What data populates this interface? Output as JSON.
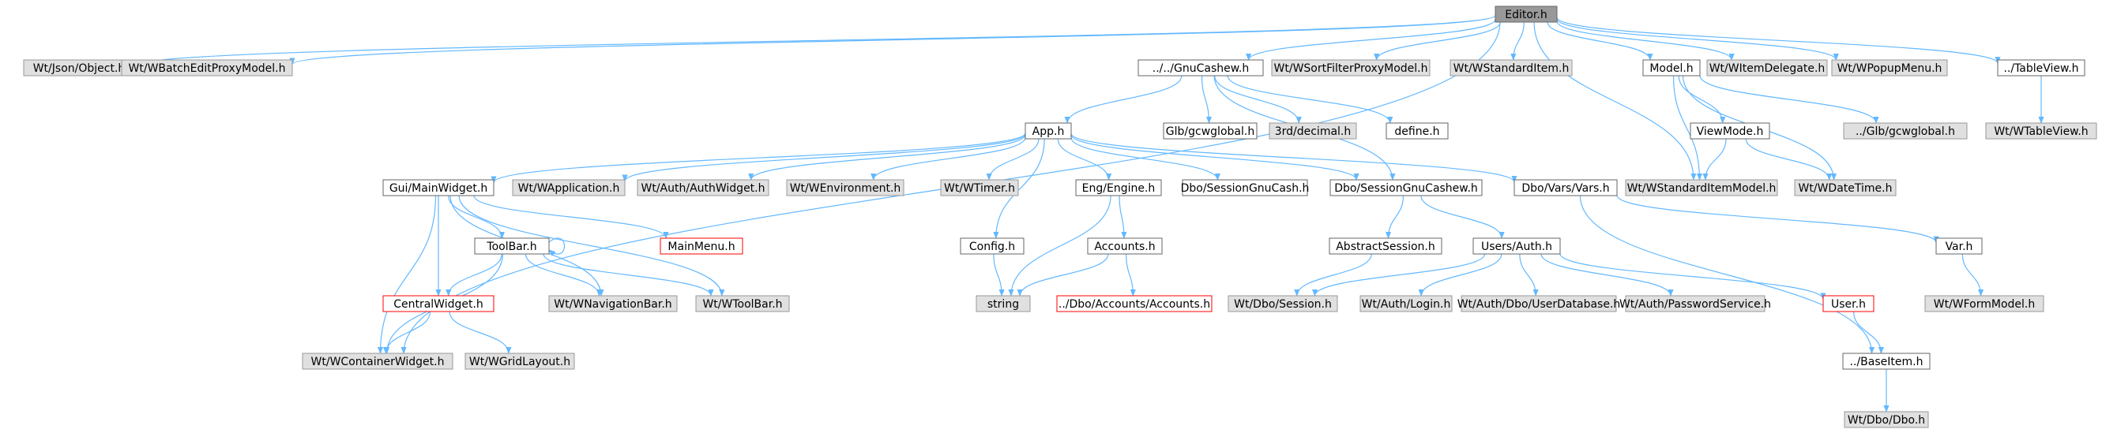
{
  "diagram": {
    "colors": {
      "edge": "#63b8ff",
      "node_border": "#666666",
      "node_fill": "#ffffff",
      "external_fill": "#e0e0e0",
      "external_border": "#999999",
      "root_fill": "#999999",
      "root_border": "#666666",
      "incomplete_border": "#ff0000",
      "text": "#000000"
    },
    "nodes": [
      {
        "id": "editor",
        "label": "Editor.h",
        "kind": "root"
      },
      {
        "id": "json",
        "label": "Wt/Json/Object.h",
        "kind": "external"
      },
      {
        "id": "batch",
        "label": "Wt/WBatchEditProxyModel.h",
        "kind": "external"
      },
      {
        "id": "gnu",
        "label": "../../GnuCashew.h",
        "kind": "normal"
      },
      {
        "id": "sortfilter",
        "label": "Wt/WSortFilterProxyModel.h",
        "kind": "external"
      },
      {
        "id": "stditem",
        "label": "Wt/WStandardItem.h",
        "kind": "external"
      },
      {
        "id": "model",
        "label": "Model.h",
        "kind": "normal"
      },
      {
        "id": "itemdel",
        "label": "Wt/WItemDelegate.h",
        "kind": "external"
      },
      {
        "id": "popup",
        "label": "Wt/WPopupMenu.h",
        "kind": "external"
      },
      {
        "id": "tableview",
        "label": "../TableView.h",
        "kind": "normal"
      },
      {
        "id": "wtableview",
        "label": "Wt/WTableView.h",
        "kind": "external"
      },
      {
        "id": "app",
        "label": "App.h",
        "kind": "normal"
      },
      {
        "id": "gcwglobal",
        "label": "Glb/gcwglobal.h",
        "kind": "normal"
      },
      {
        "id": "decimal",
        "label": "3rd/decimal.h",
        "kind": "external"
      },
      {
        "id": "define",
        "label": "define.h",
        "kind": "normal"
      },
      {
        "id": "viewmode",
        "label": "ViewMode.h",
        "kind": "normal"
      },
      {
        "id": "glbgcw2",
        "label": "../Glb/gcwglobal.h",
        "kind": "external"
      },
      {
        "id": "stditemmodel",
        "label": "Wt/WStandardItemModel.h",
        "kind": "external"
      },
      {
        "id": "datetime",
        "label": "Wt/WDateTime.h",
        "kind": "external"
      },
      {
        "id": "mainwidget",
        "label": "Gui/MainWidget.h",
        "kind": "normal"
      },
      {
        "id": "wapp",
        "label": "Wt/WApplication.h",
        "kind": "external"
      },
      {
        "id": "authwidget",
        "label": "Wt/Auth/AuthWidget.h",
        "kind": "external"
      },
      {
        "id": "wenv",
        "label": "Wt/WEnvironment.h",
        "kind": "external"
      },
      {
        "id": "wtimer",
        "label": "Wt/WTimer.h",
        "kind": "external"
      },
      {
        "id": "engine",
        "label": "Eng/Engine.h",
        "kind": "normal"
      },
      {
        "id": "sessgnucash",
        "label": "Dbo/SessionGnuCash.h",
        "kind": "normal"
      },
      {
        "id": "sessgnucashew",
        "label": "Dbo/SessionGnuCashew.h",
        "kind": "normal"
      },
      {
        "id": "vars",
        "label": "Dbo/Vars/Vars.h",
        "kind": "normal"
      },
      {
        "id": "mainmenu",
        "label": "MainMenu.h",
        "kind": "incomplete"
      },
      {
        "id": "toolbar",
        "label": "ToolBar.h",
        "kind": "normal"
      },
      {
        "id": "config",
        "label": "Config.h",
        "kind": "normal"
      },
      {
        "id": "accounts",
        "label": "Accounts.h",
        "kind": "normal"
      },
      {
        "id": "abstractsession",
        "label": "AbstractSession.h",
        "kind": "normal"
      },
      {
        "id": "usersauth",
        "label": "Users/Auth.h",
        "kind": "normal"
      },
      {
        "id": "var",
        "label": "Var.h",
        "kind": "normal"
      },
      {
        "id": "centralwidget",
        "label": "CentralWidget.h",
        "kind": "incomplete"
      },
      {
        "id": "navbar",
        "label": "Wt/WNavigationBar.h",
        "kind": "external"
      },
      {
        "id": "wtoolbar",
        "label": "Wt/WToolBar.h",
        "kind": "external"
      },
      {
        "id": "string",
        "label": "string",
        "kind": "external"
      },
      {
        "id": "dboaccounts",
        "label": "../Dbo/Accounts/Accounts.h",
        "kind": "incomplete"
      },
      {
        "id": "dbosession",
        "label": "Wt/Dbo/Session.h",
        "kind": "external"
      },
      {
        "id": "authlogin",
        "label": "Wt/Auth/Login.h",
        "kind": "external"
      },
      {
        "id": "userdb",
        "label": "Wt/Auth/Dbo/UserDatabase.h",
        "kind": "external"
      },
      {
        "id": "passwordsvc",
        "label": "Wt/Auth/PasswordService.h",
        "kind": "external"
      },
      {
        "id": "user",
        "label": "User.h",
        "kind": "incomplete"
      },
      {
        "id": "formmodel",
        "label": "Wt/WFormModel.h",
        "kind": "external"
      },
      {
        "id": "container",
        "label": "Wt/WContainerWidget.h",
        "kind": "external"
      },
      {
        "id": "gridlayout",
        "label": "Wt/WGridLayout.h",
        "kind": "external"
      },
      {
        "id": "baseitem",
        "label": "../BaseItem.h",
        "kind": "normal"
      },
      {
        "id": "dbodbo",
        "label": "Wt/Dbo/Dbo.h",
        "kind": "external"
      }
    ],
    "edges": [
      [
        "editor",
        "json"
      ],
      [
        "editor",
        "batch"
      ],
      [
        "editor",
        "gnu"
      ],
      [
        "editor",
        "sortfilter"
      ],
      [
        "editor",
        "stditem"
      ],
      [
        "editor",
        "model"
      ],
      [
        "editor",
        "itemdel"
      ],
      [
        "editor",
        "popup"
      ],
      [
        "editor",
        "tableview"
      ],
      [
        "editor",
        "stditemmodel"
      ],
      [
        "editor",
        "container"
      ],
      [
        "tableview",
        "wtableview"
      ],
      [
        "gnu",
        "app"
      ],
      [
        "gnu",
        "gcwglobal"
      ],
      [
        "gnu",
        "decimal"
      ],
      [
        "gnu",
        "define"
      ],
      [
        "gnu",
        "sessgnucashew"
      ],
      [
        "model",
        "viewmode"
      ],
      [
        "model",
        "glbgcw2"
      ],
      [
        "model",
        "stditemmodel"
      ],
      [
        "model",
        "datetime"
      ],
      [
        "viewmode",
        "stditemmodel"
      ],
      [
        "viewmode",
        "datetime"
      ],
      [
        "app",
        "mainwidget"
      ],
      [
        "app",
        "wapp"
      ],
      [
        "app",
        "authwidget"
      ],
      [
        "app",
        "wenv"
      ],
      [
        "app",
        "wtimer"
      ],
      [
        "app",
        "config"
      ],
      [
        "app",
        "engine"
      ],
      [
        "app",
        "sessgnucash"
      ],
      [
        "app",
        "sessgnucashew"
      ],
      [
        "app",
        "vars"
      ],
      [
        "mainwidget",
        "mainmenu"
      ],
      [
        "mainwidget",
        "toolbar"
      ],
      [
        "mainwidget",
        "centralwidget"
      ],
      [
        "mainwidget",
        "navbar"
      ],
      [
        "mainwidget",
        "wtoolbar"
      ],
      [
        "mainwidget",
        "container"
      ],
      [
        "toolbar",
        "toolbar"
      ],
      [
        "toolbar",
        "centralwidget"
      ],
      [
        "toolbar",
        "navbar"
      ],
      [
        "toolbar",
        "wtoolbar"
      ],
      [
        "toolbar",
        "container"
      ],
      [
        "centralwidget",
        "container"
      ],
      [
        "centralwidget",
        "gridlayout"
      ],
      [
        "config",
        "string"
      ],
      [
        "engine",
        "accounts"
      ],
      [
        "engine",
        "string"
      ],
      [
        "accounts",
        "string"
      ],
      [
        "accounts",
        "dboaccounts"
      ],
      [
        "sessgnucashew",
        "abstractsession"
      ],
      [
        "sessgnucashew",
        "usersauth"
      ],
      [
        "abstractsession",
        "dbosession"
      ],
      [
        "usersauth",
        "dbosession"
      ],
      [
        "usersauth",
        "authlogin"
      ],
      [
        "usersauth",
        "userdb"
      ],
      [
        "usersauth",
        "passwordsvc"
      ],
      [
        "usersauth",
        "user"
      ],
      [
        "user",
        "baseitem"
      ],
      [
        "vars",
        "var"
      ],
      [
        "vars",
        "baseitem"
      ],
      [
        "var",
        "formmodel"
      ],
      [
        "baseitem",
        "dbodbo"
      ]
    ]
  }
}
